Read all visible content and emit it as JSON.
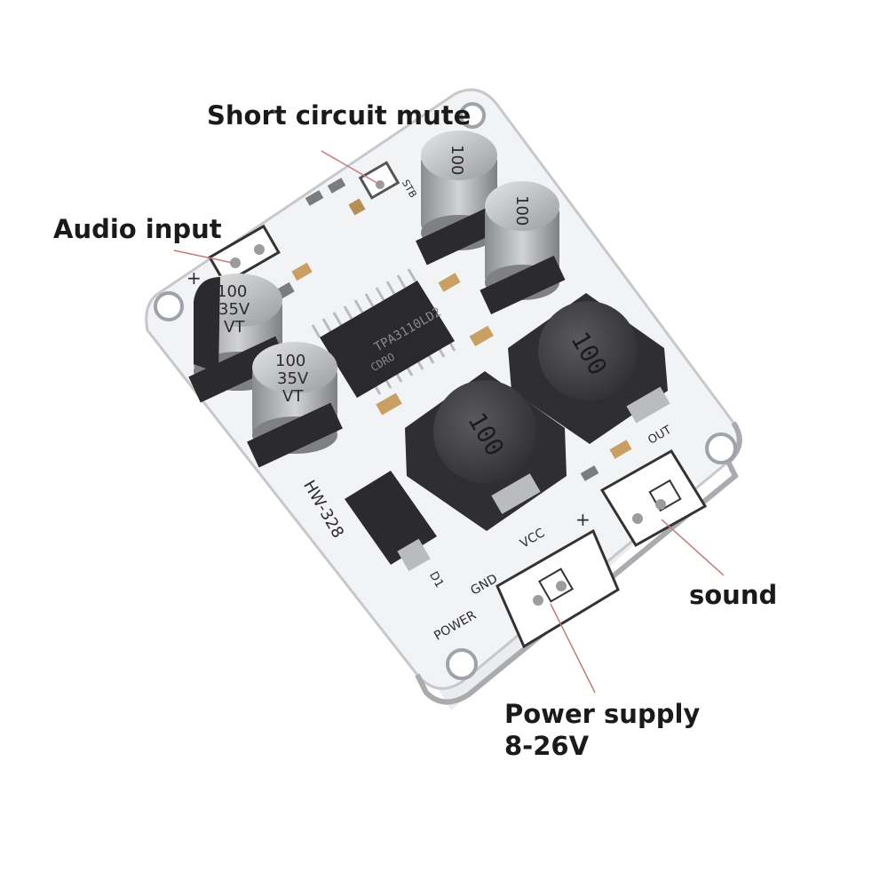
{
  "callouts": {
    "short_circuit_mute": "Short circuit mute",
    "audio_input": "Audio input",
    "sound": "sound",
    "power_supply": "Power supply",
    "voltage": "8-26V"
  },
  "board": {
    "model": "HW-328",
    "silkscreen": {
      "power": "POWER",
      "gnd": "GND",
      "vcc": "VCC",
      "out": "OUT",
      "plus": "+",
      "stb": "STB",
      "d1": "D1"
    },
    "chip_text": [
      "TPA3110LD2",
      "CDRO"
    ],
    "capacitor_text": [
      "100",
      "35V",
      "VT"
    ],
    "inductor_text": "100",
    "colors": {
      "pcb": "#f2f3f5",
      "capacitor": "#bfc1c3",
      "inductor": "#3d3d3f",
      "chip": "#2a2a2c",
      "leader_line": "#c27a7a"
    }
  }
}
